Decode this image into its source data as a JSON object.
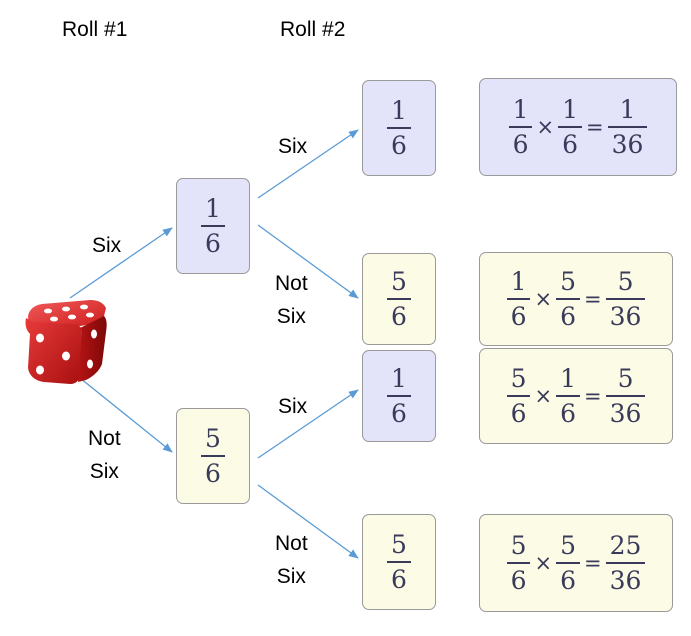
{
  "headings": {
    "roll1": "Roll #1",
    "roll2": "Roll #2"
  },
  "edges": {
    "die_to_six": "Six",
    "die_to_not_six": [
      "Not",
      "Six"
    ],
    "six_to_six": "Six",
    "six_to_not_six": [
      "Not",
      "Six"
    ],
    "notsix_to_six": "Six",
    "notsix_to_not_six": [
      "Not",
      "Six"
    ]
  },
  "roll1": {
    "six": {
      "num": "1",
      "den": "6"
    },
    "not_six": {
      "num": "5",
      "den": "6"
    }
  },
  "roll2": {
    "six_six": {
      "num": "1",
      "den": "6"
    },
    "six_notsix": {
      "num": "5",
      "den": "6"
    },
    "notsix_six": {
      "num": "1",
      "den": "6"
    },
    "notsix_notsix": {
      "num": "5",
      "den": "6"
    }
  },
  "results": [
    {
      "a": [
        "1",
        "6"
      ],
      "b": [
        "1",
        "6"
      ],
      "r": [
        "1",
        "36"
      ]
    },
    {
      "a": [
        "1",
        "6"
      ],
      "b": [
        "5",
        "6"
      ],
      "r": [
        "5",
        "36"
      ]
    },
    {
      "a": [
        "5",
        "6"
      ],
      "b": [
        "1",
        "6"
      ],
      "r": [
        "5",
        "36"
      ]
    },
    {
      "a": [
        "5",
        "6"
      ],
      "b": [
        "5",
        "6"
      ],
      "r": [
        "25",
        "36"
      ]
    }
  ],
  "symbols": {
    "times": "×",
    "equals": "="
  },
  "colors": {
    "six_box": "#e3e3fa",
    "not_six_box": "#fbfbe6",
    "arrow": "#5b9bd5",
    "die": "#d51f1f"
  }
}
